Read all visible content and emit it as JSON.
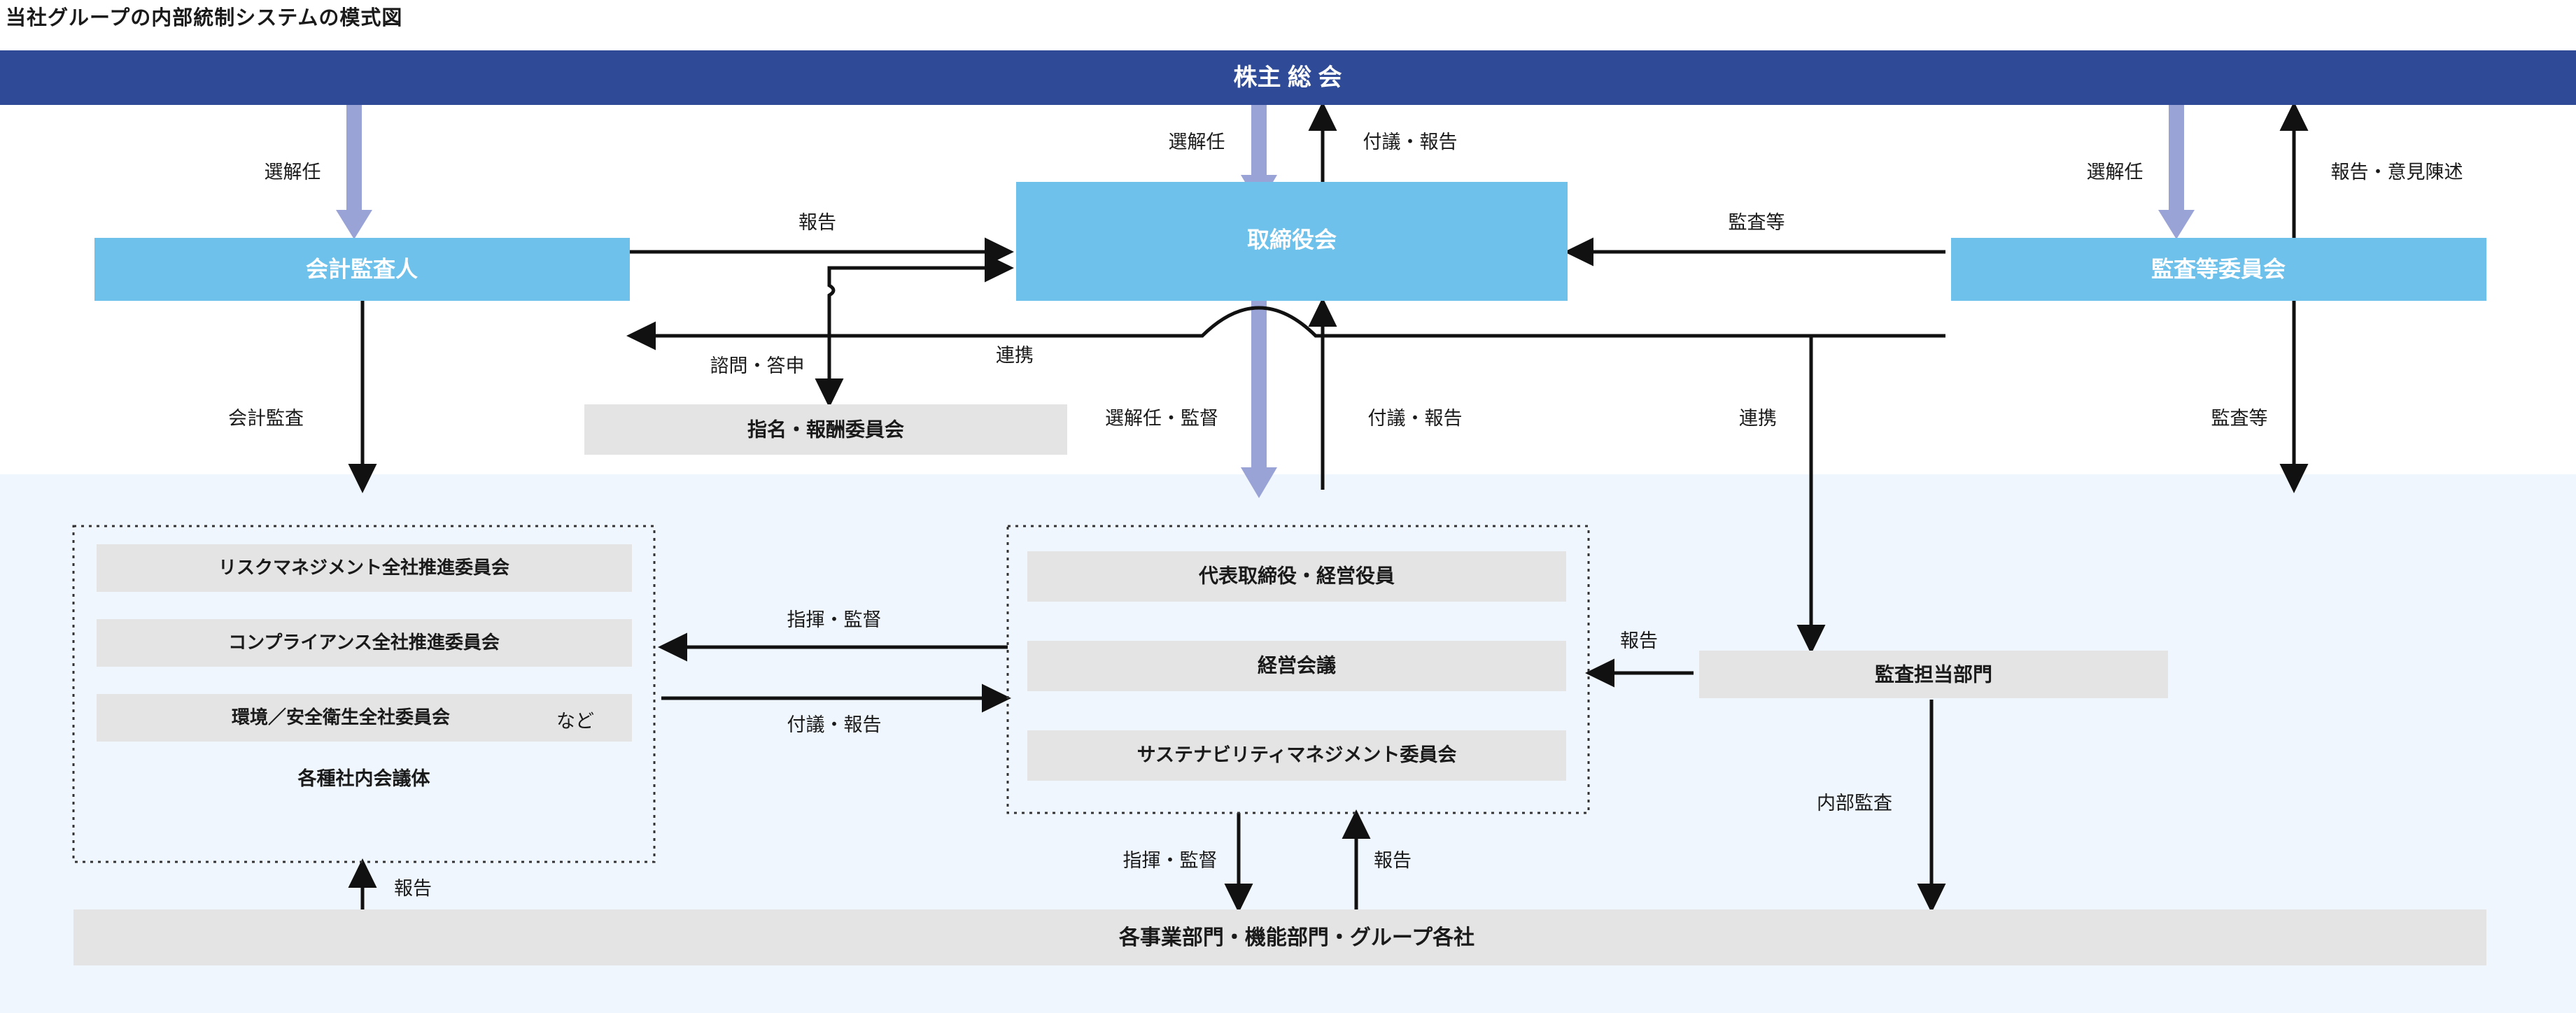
{
  "page": {
    "title": "当社グループの内部統制システムの模式図"
  },
  "colors": {
    "banner_blue": "#2f4a96",
    "node_blue": "#6ec1ea",
    "node_gray": "#e4e4e4",
    "band_light_blue": "#eff6fd",
    "arrow_purple": "#9aa3d6",
    "line_black": "#111111",
    "text_dark": "#1a1a1a",
    "text_white": "#ffffff"
  },
  "nodes": {
    "shareholders_meeting": {
      "label": "株主 総 会",
      "style": "banner"
    },
    "accounting_auditor": {
      "label": "会計監査人",
      "style": "blue"
    },
    "board_of_directors": {
      "label": "取締役会",
      "style": "blue"
    },
    "audit_committee": {
      "label": "監査等委員会",
      "style": "blue"
    },
    "nomination_comp_committee": {
      "label": "指名・報酬委員会",
      "style": "gray"
    },
    "audit_department": {
      "label": "監査担当部門",
      "style": "gray"
    },
    "business_divisions": {
      "label": "各事業部門・機能部門・グループ各社",
      "style": "gray"
    }
  },
  "groups": {
    "internal_councils": {
      "caption": "各種社内会議体",
      "items": [
        {
          "label": "リスクマネジメント全社推進委員会",
          "suffix": ""
        },
        {
          "label": "コンプライアンス全社推進委員会",
          "suffix": ""
        },
        {
          "label": "環境／安全衛生全社委員会",
          "suffix": "など"
        }
      ]
    },
    "management": {
      "items": [
        {
          "label": "代表取締役・経営役員"
        },
        {
          "label": "経営会議"
        },
        {
          "label": "サステナビリティマネジメント委員会"
        }
      ]
    }
  },
  "edges": [
    {
      "id": "sm-to-auditor",
      "label": "選解任",
      "kind": "purple"
    },
    {
      "id": "sm-to-board",
      "label": "選解任",
      "kind": "purple"
    },
    {
      "id": "board-to-sm",
      "label": "付議・報告",
      "kind": "black"
    },
    {
      "id": "sm-to-audit-cmte",
      "label": "選解任",
      "kind": "purple"
    },
    {
      "id": "audit-cmte-to-sm",
      "label": "報告・意見陳述",
      "kind": "black"
    },
    {
      "id": "auditor-to-board",
      "label": "報告",
      "kind": "black"
    },
    {
      "id": "audit-cmte-to-board",
      "label": "監査等",
      "kind": "black"
    },
    {
      "id": "board-to-nomination",
      "label": "諮問・答申",
      "kind": "black"
    },
    {
      "id": "auditor-board-link",
      "label": "連携",
      "kind": "black"
    },
    {
      "id": "auditor-audit",
      "label": "会計監査",
      "kind": "black"
    },
    {
      "id": "board-to-mgmt",
      "label": "選解任・監督",
      "kind": "purple"
    },
    {
      "id": "mgmt-to-board",
      "label": "付議・報告",
      "kind": "black"
    },
    {
      "id": "audit-cmte-dept-link",
      "label": "連携",
      "kind": "black"
    },
    {
      "id": "audit-cmte-audit",
      "label": "監査等",
      "kind": "black"
    },
    {
      "id": "mgmt-to-councils",
      "label": "指揮・監督",
      "kind": "black"
    },
    {
      "id": "councils-to-mgmt",
      "label": "付議・報告",
      "kind": "black"
    },
    {
      "id": "dept-to-mgmt",
      "label": "報告",
      "kind": "black"
    },
    {
      "id": "dept-internal-audit",
      "label": "内部監査",
      "kind": "black"
    },
    {
      "id": "mgmt-to-divisions",
      "label": "指揮・監督",
      "kind": "black"
    },
    {
      "id": "divisions-to-mgmt",
      "label": "報告",
      "kind": "black"
    },
    {
      "id": "divisions-to-councils",
      "label": "報告",
      "kind": "black"
    }
  ]
}
